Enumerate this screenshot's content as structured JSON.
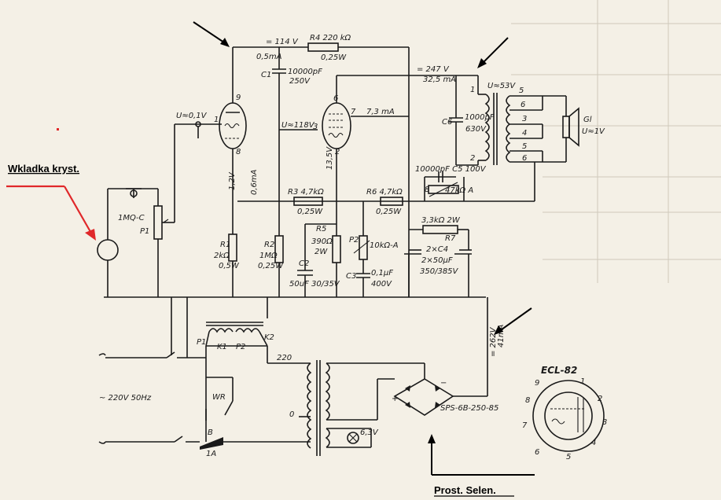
{
  "annotations": {
    "wkladka": "Wkladka kryst.",
    "prost": "Prost. Selen."
  },
  "colors": {
    "ink": "#1a1a1a",
    "arrow_red": "#e0282a",
    "paper": "#f4f0e6"
  },
  "labels": {
    "v114": "= 114 V",
    "ma05": "0,5mA",
    "r4": "R4 220 kΩ",
    "r4w": "0,25W",
    "v247": "= 247 V",
    "ma325": "32,5 mA",
    "c1": "C1",
    "c1v": "10000pF",
    "c1w": "250V",
    "u01": "U≈0,1V",
    "p9": "9",
    "p1": "1",
    "p8": "8",
    "p6": "6",
    "p7": "7",
    "p3": "3",
    "p2": "2",
    "u118": "U≈118V",
    "ma73": "7,3 mA",
    "c6": "C6",
    "c6v": "1000pF",
    "c6w": "630V",
    "u53": "U≈53V",
    "gl": "Gl",
    "u1v": "U≈1V",
    "t1": "1",
    "t2": "2",
    "t5a": "5",
    "t6a": "6",
    "t3": "3",
    "t4": "4",
    "t5b": "5",
    "t6b": "6",
    "v12": "1,2V",
    "ma06": "0,6mA",
    "v135": "13,5V",
    "r3": "R3 4,7kΩ",
    "r3w": "0,25W",
    "r6": "R6 4,7kΩ",
    "r6w": "0,25W",
    "c5": "10000pF  C5 100V",
    "b": "8",
    "k47a": "47kΩ A",
    "r7": "3,3kΩ 2W",
    "r7n": "R7",
    "imqc": "1MQ-C",
    "p1n": "P1",
    "r1": "R1",
    "r1v": "2kΩ",
    "r1w": "0,5W",
    "r2": "R2",
    "r2v": "1MΩ",
    "r2w": "0,25W",
    "r5": "R5",
    "r5v": "390Ω",
    "r5w": "2W",
    "p2n": "P2",
    "p2v": "10kΩ-A",
    "c2": "C2",
    "c2v": "50uF 30/35V",
    "c3": "C3",
    "c3v": "0,1µF",
    "c3w": "400V",
    "c4": "2×C4",
    "c4v": "2×50µF",
    "c4w": "350/385V",
    "pp1": "P1",
    "k1": "K1",
    "pp2": "P2",
    "k2": "K2",
    "v220": "220",
    "v262": "= 262V",
    "ma41": "41mA",
    "mains": "~ 220V 50Hz",
    "wr": "WR",
    "fuse": "B",
    "fusea": "1A",
    "zero": "0",
    "v63": "6,3V",
    "sel": "SPS-6B-250-85",
    "plus": "+",
    "minus": "−",
    "ecl": "ECL-82",
    "e9": "9",
    "e1": "1",
    "e2": "2",
    "e3": "3",
    "e4": "4",
    "e5": "5",
    "e6": "6",
    "e7": "7",
    "e8": "8"
  }
}
